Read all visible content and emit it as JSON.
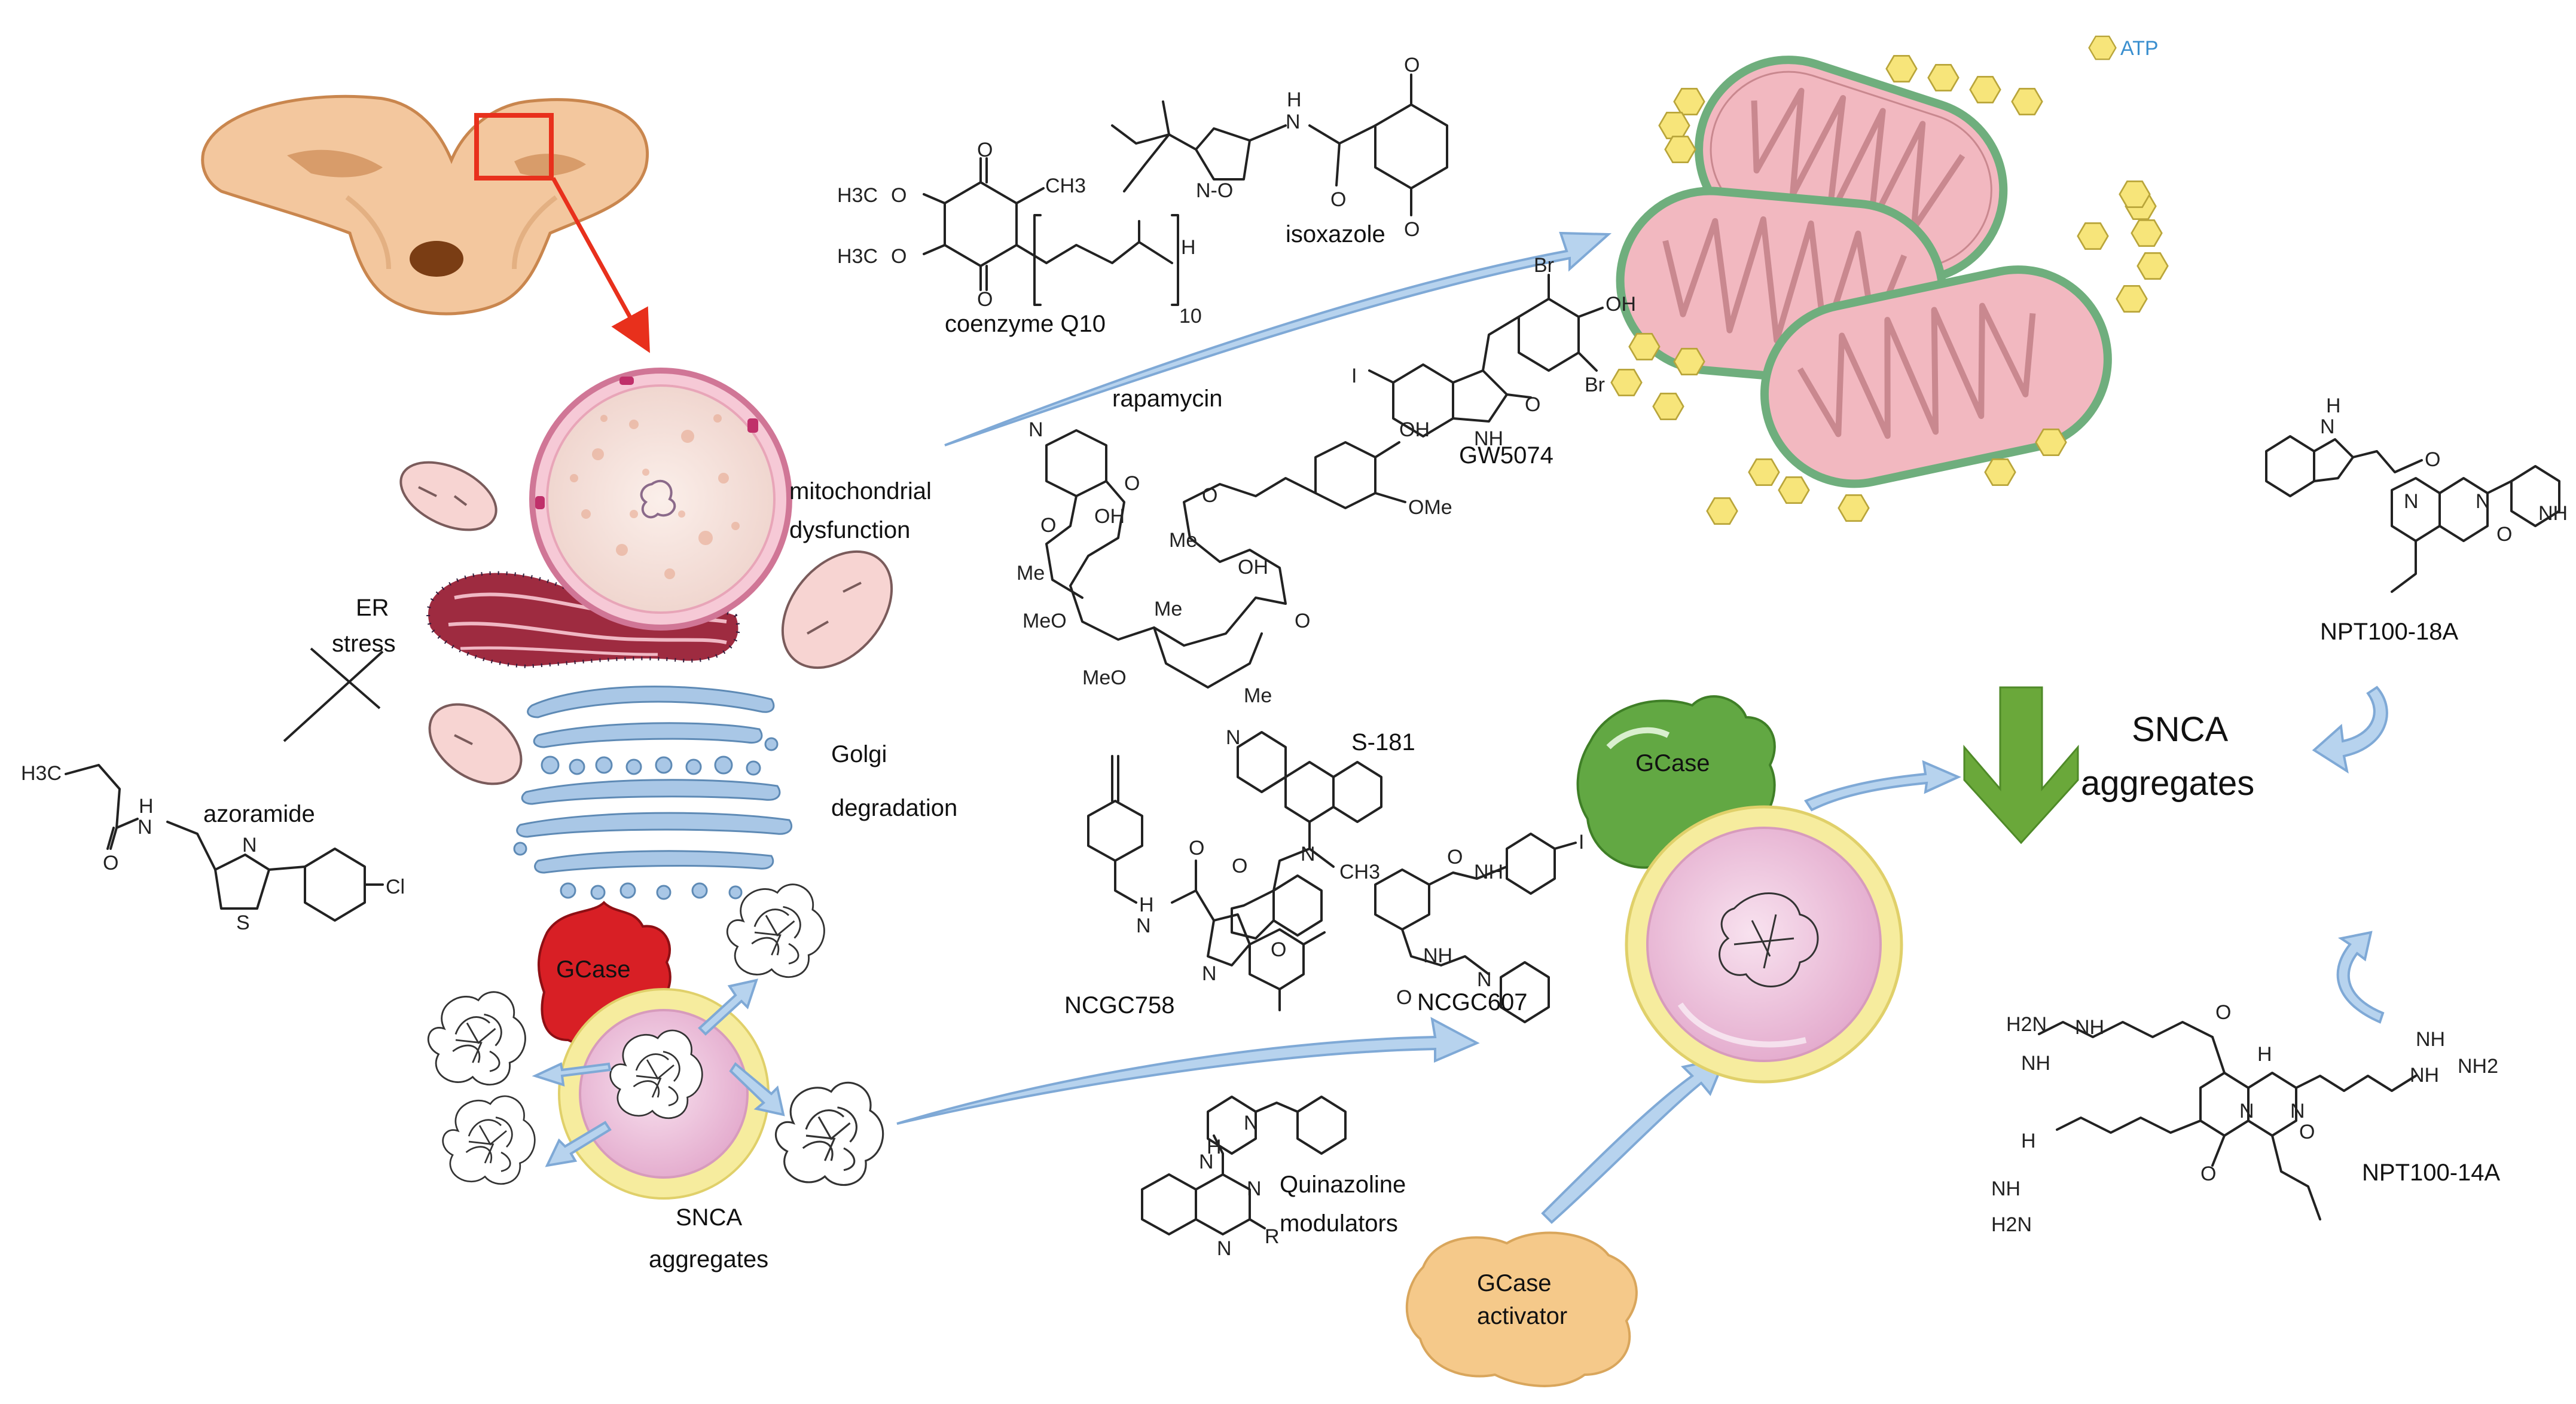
{
  "labels": {
    "atp": "ATP",
    "isoxazole": "isoxazole",
    "coenzyme_q10": "coenzyme Q10",
    "rapamycin": "rapamycin",
    "gw5074": "GW5074",
    "mito_dysfunction_1": "mitochondrial",
    "mito_dysfunction_2": "dysfunction",
    "er_stress_1": "ER",
    "er_stress_2": "stress",
    "golgi_1": "Golgi",
    "golgi_2": "degradation",
    "azoramide": "azoramide",
    "gcase_left": "GCase",
    "snca_left_1": "SNCA",
    "snca_left_2": "aggregates",
    "s181": "S-181",
    "ncgc758": "NCGC758",
    "ncgc607": "NCGC607",
    "gcase_right": "GCase",
    "quinazoline_1": "Quinazoline",
    "quinazoline_2": "modulators",
    "gcase_activator_1": "GCase",
    "gcase_activator_2": "activator",
    "snca_right_1": "SNCA",
    "snca_right_2": "aggregates",
    "npt100_18a": "NPT100-18A",
    "npt100_14a": "NPT100-14A"
  },
  "atoms": {
    "o": "O",
    "oh": "OH",
    "h": "H",
    "n": "N",
    "nh": "NH",
    "nh2": "NH2",
    "h2n": "H2N",
    "br": "Br",
    "i": "I",
    "cl": "Cl",
    "s": "S",
    "r": "R",
    "meo": "MeO",
    "ome": "OMe",
    "me": "Me",
    "ch3": "CH3",
    "h3c": "H3C",
    "h3co": "H3C",
    "n_o": "N-O",
    "ten": "10"
  },
  "colors": {
    "brain": "#f3c79e",
    "brain_dark": "#c9864e",
    "roi_box": "#e8301c",
    "mito_fill": "#f2b8c0",
    "mito_outer": "#8fc79a",
    "atp": "#f7e57a",
    "arrow_blue": "#b7d3ee",
    "down_arrow": "#6aa83a",
    "gcase_green": "#62a843",
    "gcase_red": "#d81f25",
    "gcase_activator": "#f5c98a",
    "lysosome_outer": "#f6ec9e",
    "lysosome_inner": "#eec3dc",
    "er": "#9e2b40",
    "golgi": "#a9c7e6",
    "nucleus": "#f5e3de"
  }
}
